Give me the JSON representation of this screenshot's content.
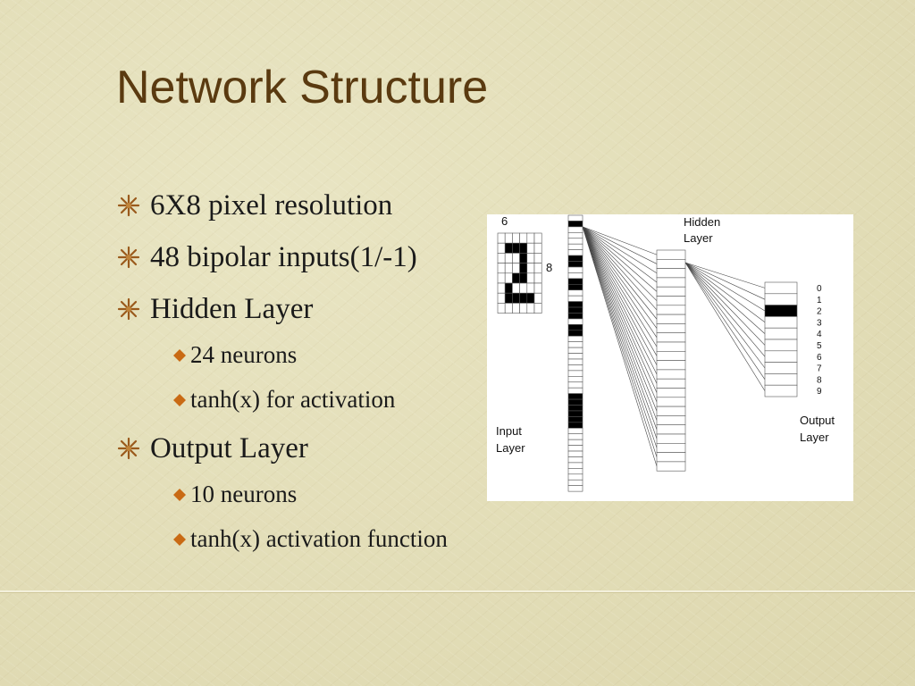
{
  "slide": {
    "title": "Network Structure",
    "bullets": [
      {
        "text": "6X8 pixel resolution"
      },
      {
        "text": "48 bipolar inputs(1/-1)"
      },
      {
        "text": "Hidden Layer",
        "sub": [
          "24 neurons",
          "tanh(x) for activation"
        ]
      },
      {
        "text": "Output Layer",
        "sub": [
          "10 neurons",
          "tanh(x) activation function"
        ]
      }
    ]
  },
  "diagram": {
    "grid_width_label": "6",
    "grid_height_label": "8",
    "hidden_label_line1": "Hidden",
    "hidden_label_line2": "Layer",
    "input_label_line1": "Input",
    "input_label_line2": "Layer",
    "output_label_line1": "Output",
    "output_label_line2": "Layer",
    "output_digits": [
      "0",
      "1",
      "2",
      "3",
      "4",
      "5",
      "6",
      "7",
      "8",
      "9"
    ],
    "active_output": "2",
    "pixel_grid": [
      [
        0,
        0,
        0,
        0,
        0,
        0
      ],
      [
        0,
        1,
        1,
        1,
        0,
        0
      ],
      [
        0,
        0,
        0,
        1,
        0,
        0
      ],
      [
        0,
        0,
        0,
        1,
        0,
        0
      ],
      [
        0,
        0,
        1,
        1,
        0,
        0
      ],
      [
        0,
        1,
        0,
        0,
        0,
        0
      ],
      [
        0,
        1,
        1,
        1,
        1,
        0
      ],
      [
        0,
        0,
        0,
        0,
        0,
        0
      ]
    ],
    "input_vector_highlight": [
      1,
      7,
      8,
      11,
      12,
      15,
      16,
      17,
      19,
      20,
      31,
      32,
      33,
      34,
      35,
      36
    ],
    "hidden_count": 24,
    "colors": {
      "on": "#000000",
      "off": "#ffffff",
      "line": "#444444"
    }
  }
}
